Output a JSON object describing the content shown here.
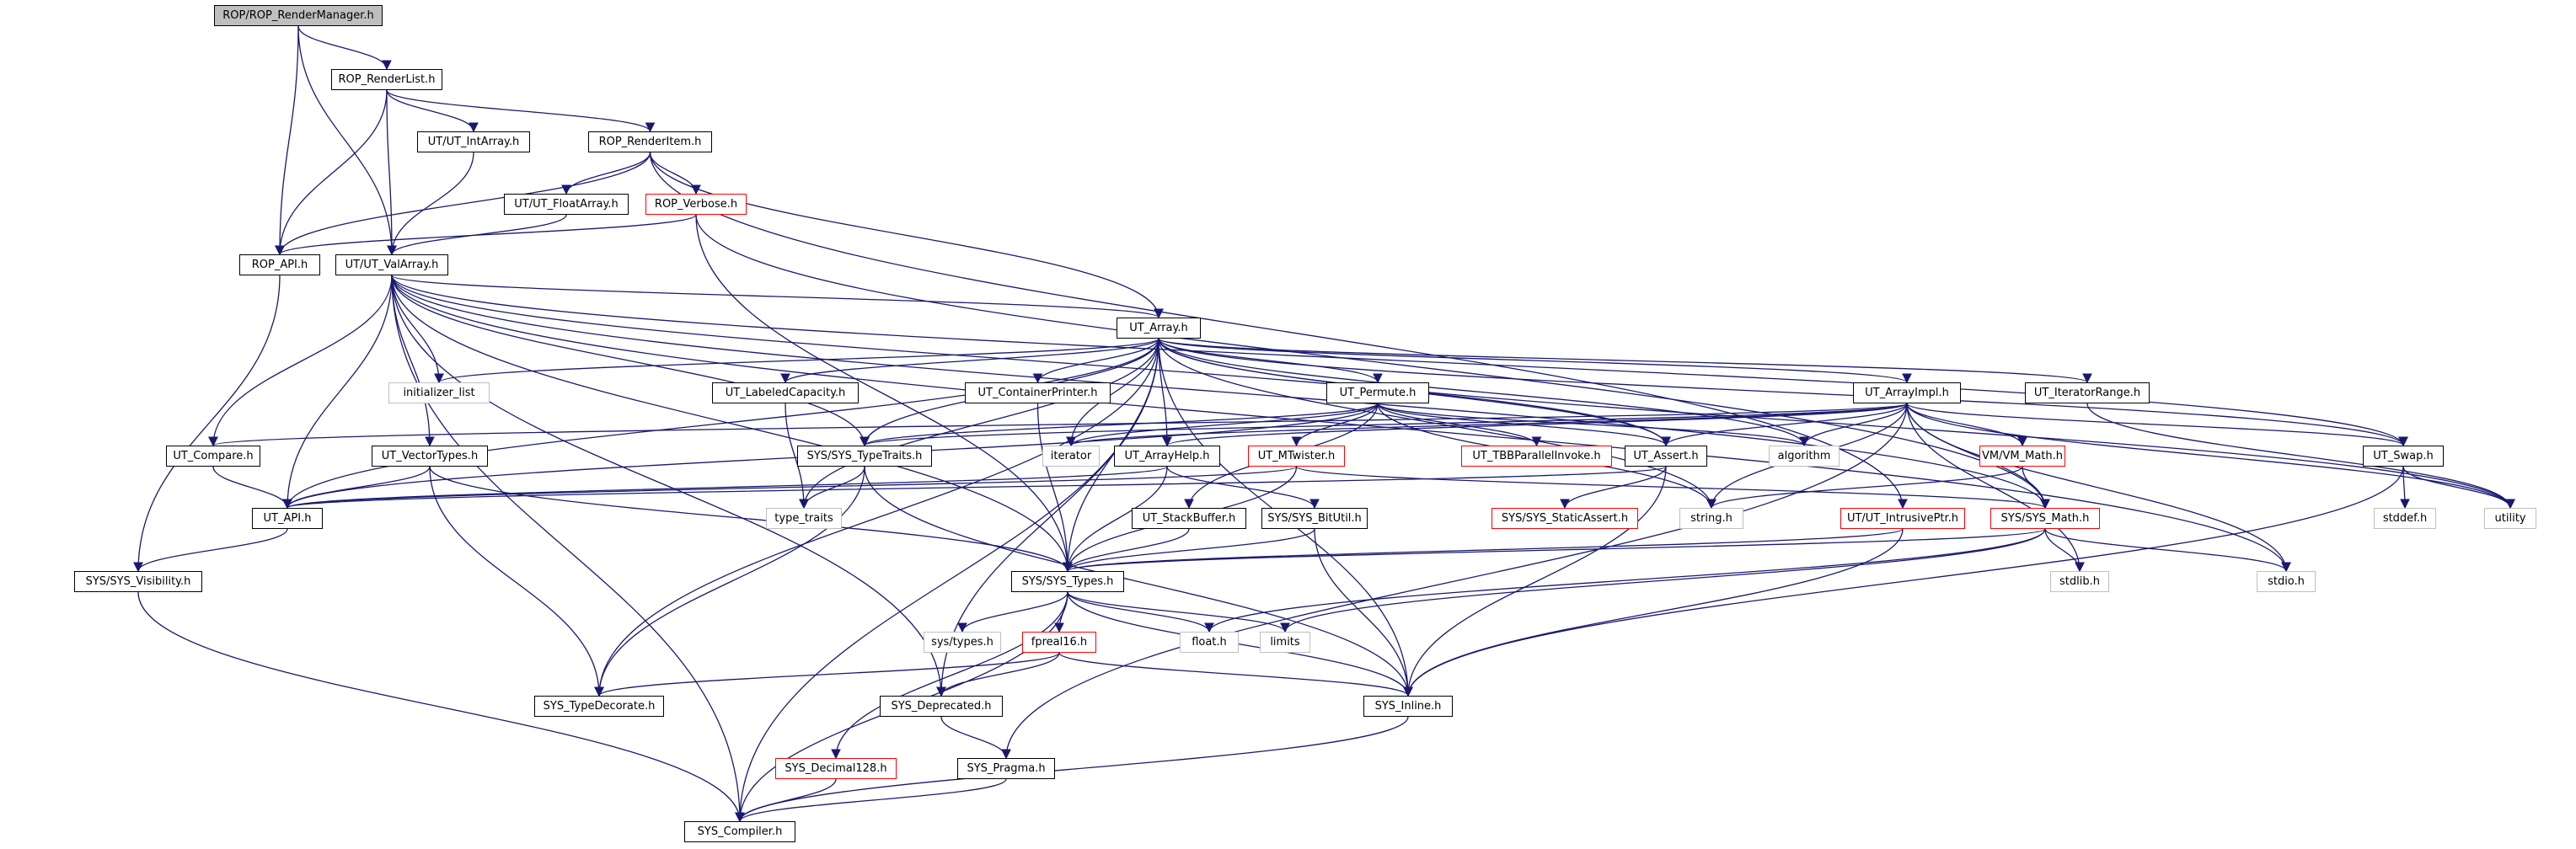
{
  "title": "",
  "colors": {
    "edge": "#191970",
    "root_fill": "#bfbfbf",
    "truncated_border": "#ff0000",
    "system_border": "#bfbfbf"
  },
  "nodes": {
    "n_rop_rendermanager": "ROP/ROP_RenderManager.h",
    "n_rop_renderlist": "ROP_RenderList.h",
    "n_ut_intarray": "UT/UT_IntArray.h",
    "n_rop_renderitem": "ROP_RenderItem.h",
    "n_ut_floatarray": "UT/UT_FloatArray.h",
    "n_rop_verbose": "ROP_Verbose.h",
    "n_rop_api": "ROP_API.h",
    "n_ut_valarray": "UT/UT_ValArray.h",
    "n_ut_array": "UT_Array.h",
    "n_initializer_list": "initializer_list",
    "n_ut_labeledcapacity": "UT_LabeledCapacity.h",
    "n_ut_containerprinter": "UT_ContainerPrinter.h",
    "n_ut_permute": "UT_Permute.h",
    "n_ut_arrayimpl": "UT_ArrayImpl.h",
    "n_ut_iteratorrange": "UT_IteratorRange.h",
    "n_ut_compare": "UT_Compare.h",
    "n_ut_vectortypes": "UT_VectorTypes.h",
    "n_sys_typetraits": "SYS/SYS_TypeTraits.h",
    "n_iterator": "iterator",
    "n_ut_arrayhelp": "UT_ArrayHelp.h",
    "n_ut_mtwister": "UT_MTwister.h",
    "n_ut_tbbparallelinvoke": "UT_TBBParallelInvoke.h",
    "n_ut_assert": "UT_Assert.h",
    "n_algorithm": "algorithm",
    "n_vm_math": "VM/VM_Math.h",
    "n_ut_swap": "UT_Swap.h",
    "n_ut_api": "UT_API.h",
    "n_type_traits": "type_traits",
    "n_ut_stackbuffer": "UT_StackBuffer.h",
    "n_sys_bitutil": "SYS/SYS_BitUtil.h",
    "n_sys_staticassert": "SYS/SYS_StaticAssert.h",
    "n_string_h": "string.h",
    "n_ut_intrusiveptr": "UT/UT_IntrusivePtr.h",
    "n_sys_math": "SYS/SYS_Math.h",
    "n_stddef": "stddef.h",
    "n_utility": "utility",
    "n_sys_visibility": "SYS/SYS_Visibility.h",
    "n_sys_types": "SYS/SYS_Types.h",
    "n_stdlib": "stdlib.h",
    "n_stdio": "stdio.h",
    "n_sys_types_h": "sys/types.h",
    "n_fpreal16": "fpreal16.h",
    "n_float_h": "float.h",
    "n_limits": "limits",
    "n_sys_typedecorate": "SYS_TypeDecorate.h",
    "n_sys_deprecated": "SYS_Deprecated.h",
    "n_sys_inline": "SYS_Inline.h",
    "n_sys_decimal128": "SYS_Decimal128.h",
    "n_sys_pragma": "SYS_Pragma.h",
    "n_sys_compiler": "SYS_Compiler.h"
  },
  "edges": [
    [
      "n_rop_rendermanager",
      "n_rop_renderlist"
    ],
    [
      "n_rop_rendermanager",
      "n_rop_api"
    ],
    [
      "n_rop_rendermanager",
      "n_ut_valarray"
    ],
    [
      "n_rop_renderlist",
      "n_ut_intarray"
    ],
    [
      "n_rop_renderlist",
      "n_rop_renderitem"
    ],
    [
      "n_rop_renderlist",
      "n_rop_api"
    ],
    [
      "n_rop_renderlist",
      "n_ut_valarray"
    ],
    [
      "n_ut_intarray",
      "n_ut_valarray"
    ],
    [
      "n_rop_renderitem",
      "n_ut_floatarray"
    ],
    [
      "n_rop_renderitem",
      "n_rop_verbose"
    ],
    [
      "n_rop_renderitem",
      "n_rop_api"
    ],
    [
      "n_rop_renderitem",
      "n_ut_array"
    ],
    [
      "n_rop_renderitem",
      "n_ut_intrusiveptr"
    ],
    [
      "n_ut_floatarray",
      "n_ut_valarray"
    ],
    [
      "n_rop_verbose",
      "n_rop_api"
    ],
    [
      "n_rop_verbose",
      "n_sys_types"
    ],
    [
      "n_rop_verbose",
      "n_sys_math"
    ],
    [
      "n_rop_api",
      "n_sys_visibility"
    ],
    [
      "n_ut_valarray",
      "n_ut_array"
    ],
    [
      "n_ut_valarray",
      "n_initializer_list"
    ],
    [
      "n_ut_valarray",
      "n_ut_compare"
    ],
    [
      "n_ut_valarray",
      "n_ut_vectortypes"
    ],
    [
      "n_ut_valarray",
      "n_ut_api"
    ],
    [
      "n_ut_valarray",
      "n_sys_typetraits"
    ],
    [
      "n_ut_valarray",
      "n_ut_swap"
    ],
    [
      "n_ut_valarray",
      "n_sys_types"
    ],
    [
      "n_ut_valarray",
      "n_sys_deprecated"
    ],
    [
      "n_ut_valarray",
      "n_sys_compiler"
    ],
    [
      "n_ut_valarray",
      "n_ut_assert"
    ],
    [
      "n_ut_valarray",
      "n_sys_math"
    ],
    [
      "n_ut_valarray",
      "n_stdio"
    ],
    [
      "n_ut_array",
      "n_initializer_list"
    ],
    [
      "n_ut_array",
      "n_ut_labeledcapacity"
    ],
    [
      "n_ut_array",
      "n_ut_containerprinter"
    ],
    [
      "n_ut_array",
      "n_ut_permute"
    ],
    [
      "n_ut_array",
      "n_ut_arrayimpl"
    ],
    [
      "n_ut_array",
      "n_ut_iteratorrange"
    ],
    [
      "n_ut_array",
      "n_sys_typetraits"
    ],
    [
      "n_ut_array",
      "n_iterator"
    ],
    [
      "n_ut_array",
      "n_ut_arrayhelp"
    ],
    [
      "n_ut_array",
      "n_ut_assert"
    ],
    [
      "n_ut_array",
      "n_algorithm"
    ],
    [
      "n_ut_array",
      "n_ut_swap"
    ],
    [
      "n_ut_array",
      "n_ut_api"
    ],
    [
      "n_ut_array",
      "n_type_traits"
    ],
    [
      "n_ut_array",
      "n_string_h"
    ],
    [
      "n_ut_array",
      "n_utility"
    ],
    [
      "n_ut_array",
      "n_sys_types"
    ],
    [
      "n_ut_array",
      "n_sys_typedecorate"
    ],
    [
      "n_ut_array",
      "n_sys_deprecated"
    ],
    [
      "n_ut_array",
      "n_sys_compiler"
    ],
    [
      "n_ut_array",
      "n_sys_inline"
    ],
    [
      "n_ut_labeledcapacity",
      "n_type_traits"
    ],
    [
      "n_ut_containerprinter",
      "n_sys_types"
    ],
    [
      "n_ut_permute",
      "n_sys_typetraits"
    ],
    [
      "n_ut_permute",
      "n_iterator"
    ],
    [
      "n_ut_permute",
      "n_ut_mtwister"
    ],
    [
      "n_ut_permute",
      "n_ut_tbbparallelinvoke"
    ],
    [
      "n_ut_permute",
      "n_ut_assert"
    ],
    [
      "n_ut_permute",
      "n_algorithm"
    ],
    [
      "n_ut_permute",
      "n_ut_stackbuffer"
    ],
    [
      "n_ut_permute",
      "n_string_h"
    ],
    [
      "n_ut_permute",
      "n_ut_api"
    ],
    [
      "n_ut_arrayimpl",
      "n_ut_compare"
    ],
    [
      "n_ut_arrayimpl",
      "n_sys_typetraits"
    ],
    [
      "n_ut_arrayimpl",
      "n_ut_arrayhelp"
    ],
    [
      "n_ut_arrayimpl",
      "n_ut_assert"
    ],
    [
      "n_ut_arrayimpl",
      "n_algorithm"
    ],
    [
      "n_ut_arrayimpl",
      "n_vm_math"
    ],
    [
      "n_ut_arrayimpl",
      "n_ut_swap"
    ],
    [
      "n_ut_arrayimpl",
      "n_string_h"
    ],
    [
      "n_ut_arrayimpl",
      "n_sys_math"
    ],
    [
      "n_ut_arrayimpl",
      "n_stdlib"
    ],
    [
      "n_ut_arrayimpl",
      "n_stdio"
    ],
    [
      "n_ut_arrayimpl",
      "n_utility"
    ],
    [
      "n_ut_arrayimpl",
      "n_sys_pragma"
    ],
    [
      "n_ut_arrayimpl",
      "n_iterator"
    ],
    [
      "n_ut_iteratorrange",
      "n_utility"
    ],
    [
      "n_ut_compare",
      "n_ut_api"
    ],
    [
      "n_ut_vectortypes",
      "n_ut_api"
    ],
    [
      "n_ut_vectortypes",
      "n_sys_types"
    ],
    [
      "n_ut_vectortypes",
      "n_sys_typedecorate"
    ],
    [
      "n_sys_typetraits",
      "n_type_traits"
    ],
    [
      "n_sys_typetraits",
      "n_sys_typedecorate"
    ],
    [
      "n_sys_typetraits",
      "n_sys_inline"
    ],
    [
      "n_ut_arrayhelp",
      "n_ut_api"
    ],
    [
      "n_ut_arrayhelp",
      "n_sys_bitutil"
    ],
    [
      "n_ut_arrayhelp",
      "n_sys_types"
    ],
    [
      "n_ut_mtwister",
      "n_ut_api"
    ],
    [
      "n_ut_mtwister",
      "n_sys_types"
    ],
    [
      "n_ut_mtwister",
      "n_sys_math"
    ],
    [
      "n_ut_assert",
      "n_ut_api"
    ],
    [
      "n_ut_assert",
      "n_sys_staticassert"
    ],
    [
      "n_ut_assert",
      "n_sys_inline"
    ],
    [
      "n_vm_math",
      "n_sys_math"
    ],
    [
      "n_vm_math",
      "n_string_h"
    ],
    [
      "n_ut_swap",
      "n_stddef"
    ],
    [
      "n_ut_swap",
      "n_utility"
    ],
    [
      "n_ut_swap",
      "n_sys_inline"
    ],
    [
      "n_ut_api",
      "n_sys_visibility"
    ],
    [
      "n_ut_stackbuffer",
      "n_sys_types"
    ],
    [
      "n_sys_bitutil",
      "n_sys_types"
    ],
    [
      "n_sys_bitutil",
      "n_sys_inline"
    ],
    [
      "n_ut_intrusiveptr",
      "n_sys_types"
    ],
    [
      "n_ut_intrusiveptr",
      "n_sys_inline"
    ],
    [
      "n_sys_math",
      "n_sys_types"
    ],
    [
      "n_sys_math",
      "n_stdlib"
    ],
    [
      "n_sys_math",
      "n_stdio"
    ],
    [
      "n_sys_math",
      "n_float_h"
    ],
    [
      "n_sys_math",
      "n_limits"
    ],
    [
      "n_sys_visibility",
      "n_sys_compiler"
    ],
    [
      "n_sys_types",
      "n_sys_types_h"
    ],
    [
      "n_sys_types",
      "n_fpreal16"
    ],
    [
      "n_sys_types",
      "n_float_h"
    ],
    [
      "n_sys_types",
      "n_limits"
    ],
    [
      "n_sys_types",
      "n_sys_inline"
    ],
    [
      "n_sys_types",
      "n_sys_decimal128"
    ],
    [
      "n_sys_types",
      "n_sys_compiler"
    ],
    [
      "n_fpreal16",
      "n_sys_typedecorate"
    ],
    [
      "n_fpreal16",
      "n_sys_deprecated"
    ],
    [
      "n_fpreal16",
      "n_sys_inline"
    ],
    [
      "n_sys_deprecated",
      "n_sys_pragma"
    ],
    [
      "n_sys_inline",
      "n_sys_compiler"
    ],
    [
      "n_sys_decimal128",
      "n_sys_compiler"
    ],
    [
      "n_sys_pragma",
      "n_sys_compiler"
    ]
  ]
}
